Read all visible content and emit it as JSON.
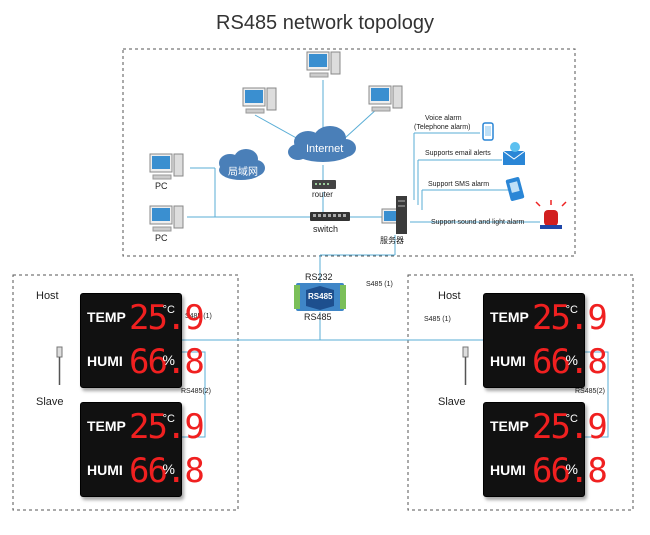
{
  "title": "RS485 network topology",
  "labels": {
    "internet": "Internet",
    "lan": "局域网",
    "pc": "PC",
    "router": "router",
    "switch": "switch",
    "server": "服务器",
    "voice_alarm_1": "Voice alarm",
    "voice_alarm_2": "(Telephone alarm)",
    "email_alerts": "Supports email alerts",
    "sms_alarm": "Support SMS alarm",
    "sound_light": "Support sound and light alarm",
    "rs232": "RS232",
    "rs485_bottom": "RS485",
    "converter_text": "RS485",
    "s485_mid": "S485 (1)",
    "host": "Host",
    "slave": "Slave",
    "s485_left": "S485 (1)",
    "s485_right": "S485 (1)",
    "rs485_2": "RS485(2)"
  },
  "displays": {
    "temp_label": "TEMP",
    "humi_label": "HUMI",
    "temp_value": "25.9",
    "humi_value": "66.8",
    "temp_unit": "°C",
    "humi_unit": "%"
  },
  "colors": {
    "line": "#5aaed6",
    "digits": "#f02020",
    "cloud": "#4a7fb8",
    "converter": "#3f86c7"
  },
  "icons": [
    "computer-icon",
    "cloud-icon",
    "router-icon",
    "switch-icon",
    "server-icon",
    "phone-icon",
    "email-icon",
    "sms-icon",
    "alarm-light-icon",
    "converter-icon",
    "sensor-probe-icon"
  ]
}
